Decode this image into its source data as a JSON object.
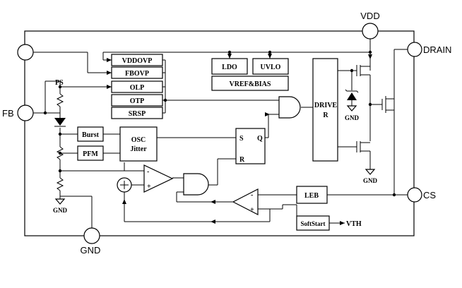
{
  "pins": {
    "vdd": "VDD",
    "drain": "DRAIN",
    "fb": "FB",
    "cs": "CS",
    "gnd": "GND"
  },
  "blocks": {
    "vddovp": "VDDOVP",
    "fbovp": "FBOVP",
    "olp": "OLP",
    "otp": "OTP",
    "srsp": "SRSP",
    "ldo": "LDO",
    "uvlo": "UVLO",
    "vref_bias": "VREF&BIAS",
    "burst": "Burst",
    "pfm": "PFM",
    "osc_line1": "OSC",
    "osc_line2": "Jitter",
    "driver_line1": "DRIVE",
    "driver_line2": "R",
    "leb": "LEB",
    "softstart": "SoftStart"
  },
  "labels": {
    "ps": "PS",
    "gnd_left": "GND",
    "gnd_diode": "GND",
    "gnd_fet": "GND",
    "vth": "VTH",
    "sr_s": "S",
    "sr_r": "R",
    "sr_q": "Q",
    "amp_minus": "-",
    "amp_plus": "+",
    "cmp_minus": "-",
    "cmp_plus": "+"
  }
}
